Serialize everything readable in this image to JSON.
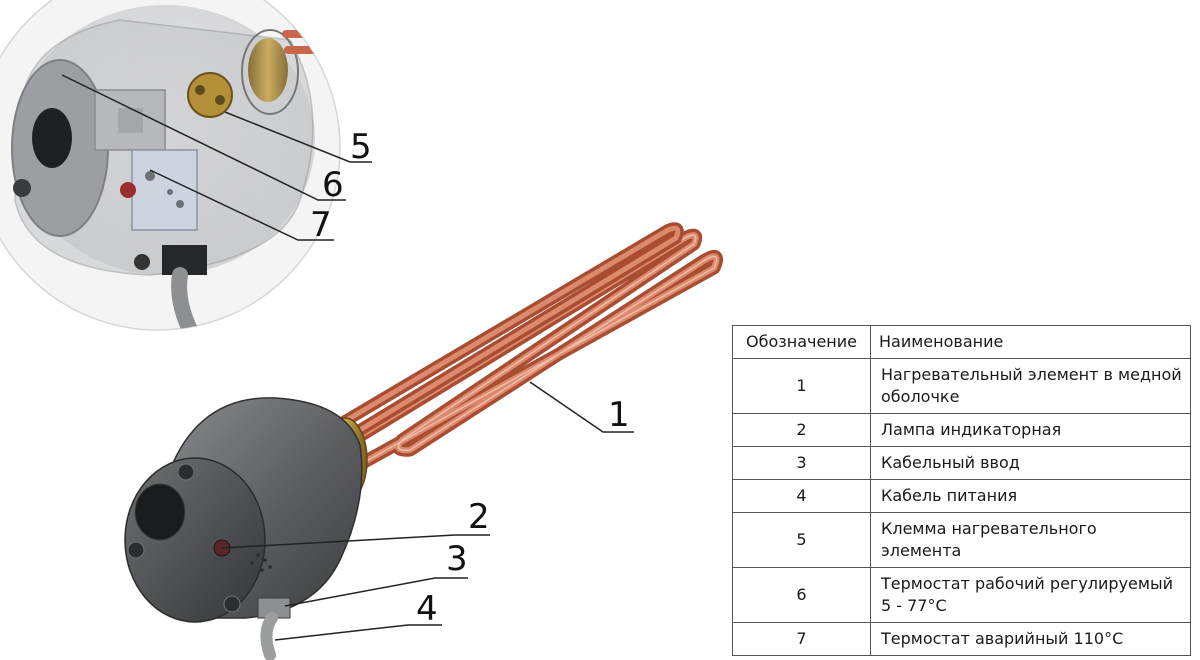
{
  "figure": {
    "callouts": [
      {
        "id": "1",
        "label": "1"
      },
      {
        "id": "2",
        "label": "2"
      },
      {
        "id": "3",
        "label": "3"
      },
      {
        "id": "4",
        "label": "4"
      },
      {
        "id": "5",
        "label": "5"
      },
      {
        "id": "6",
        "label": "6"
      },
      {
        "id": "7",
        "label": "7"
      }
    ],
    "colors": {
      "copper": "#c8674a",
      "copper_highlight": "#e9a58c",
      "body_dark": "#4d4f52",
      "body_light": "#8b8d90",
      "brass": "#b39037"
    }
  },
  "table": {
    "headers": {
      "code": "Обозначение",
      "name": "Наименование"
    },
    "rows": [
      {
        "code": "1",
        "name": "Нагревательный элемент в медной оболочке"
      },
      {
        "code": "2",
        "name": "Лампа индикаторная"
      },
      {
        "code": "3",
        "name": "Кабельный ввод"
      },
      {
        "code": "4",
        "name": "Кабель питания"
      },
      {
        "code": "5",
        "name": "Клемма нагревательного элемента"
      },
      {
        "code": "6",
        "name": "Термостат рабочий регулируемый 5 - 77°C"
      },
      {
        "code": "7",
        "name": "Термостат аварийный 110°C"
      }
    ]
  }
}
